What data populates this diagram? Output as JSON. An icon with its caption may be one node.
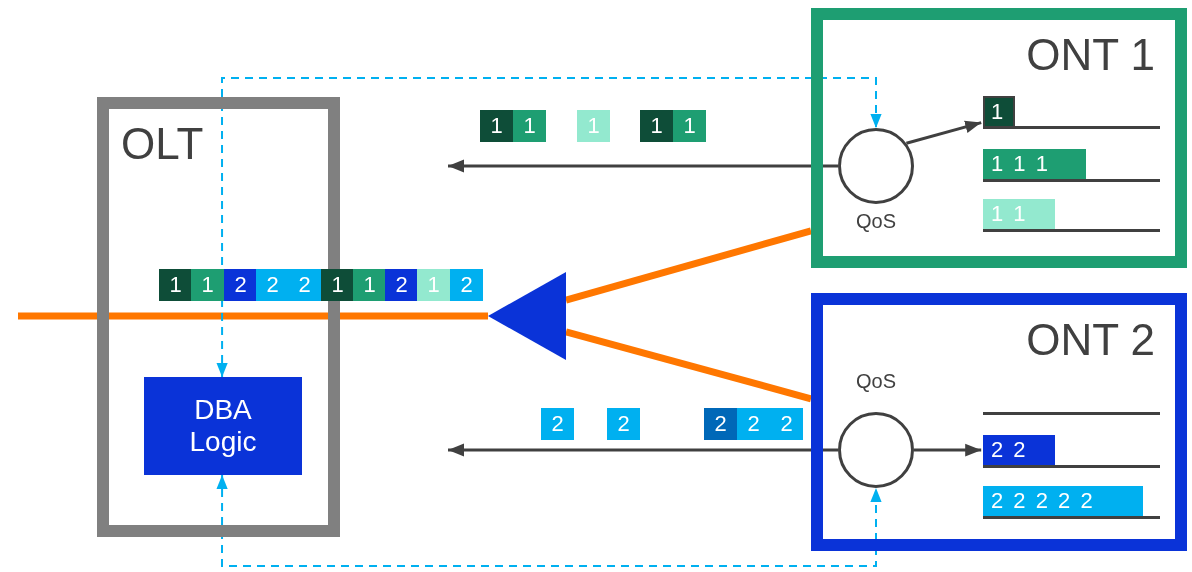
{
  "diagram": {
    "nodes": [
      {
        "text": [
          "ONT 1"
        ]
      },
      {
        "text": [],
        "shape": "circle",
        "in": 0,
        "beside": [
          "QoS"
        ]
      },
      {
        "text": [
          "1"
        ],
        "in": 0
      },
      {
        "text": [
          "1 1 1"
        ],
        "in": 0
      },
      {
        "text": [
          "1 1"
        ],
        "in": 0
      },
      {
        "text": [
          "OLT"
        ]
      },
      {
        "text": [
          "DBA Logic"
        ],
        "in": 5
      },
      {
        "text": [
          "1"
        ]
      },
      {
        "text": [
          "1"
        ]
      },
      {
        "text": [
          "1"
        ]
      },
      {
        "text": [
          "1"
        ]
      },
      {
        "text": [
          "1"
        ]
      },
      {
        "text": [
          "1"
        ],
        "in": 5
      },
      {
        "text": [
          "1"
        ],
        "in": 5
      },
      {
        "text": [
          "2"
        ],
        "in": 5
      },
      {
        "text": [
          "2"
        ],
        "in": 5
      },
      {
        "text": [
          "2"
        ],
        "in": 5
      },
      {
        "text": [
          "1"
        ]
      },
      {
        "text": [
          "1"
        ]
      },
      {
        "text": [
          "2"
        ]
      },
      {
        "text": [
          "1"
        ]
      },
      {
        "text": [
          "2"
        ]
      },
      {
        "text": [],
        "shape": "triangle"
      },
      {
        "text": [
          "ONT 2"
        ]
      },
      {
        "text": [],
        "shape": "circle",
        "in": 23,
        "beside": [
          "QoS"
        ]
      },
      {
        "text": [],
        "shape": "line",
        "in": 23
      },
      {
        "text": [
          "2 2"
        ],
        "in": 23
      },
      {
        "text": [
          "2 2 2 2 2"
        ],
        "in": 23
      },
      {
        "text": [
          "2"
        ]
      },
      {
        "text": [
          "2"
        ]
      },
      {
        "text": [
          "2"
        ]
      },
      {
        "text": [
          "2"
        ]
      },
      {
        "text": [
          "2"
        ]
      }
    ],
    "edges": [
      {
        "from": 1,
        "to": null,
        "arrow": "to"
      },
      {
        "from": 1,
        "to": 2,
        "arrow": "to"
      },
      {
        "from": 0,
        "to": 22,
        "arrow": "none",
        "style": "thick",
        "color": "#ff7700"
      },
      {
        "from": 22,
        "to": null,
        "arrow": "none",
        "style": "thick",
        "color": "#ff7700"
      },
      {
        "from": 6,
        "to": 1,
        "arrow": "both",
        "style": "dashed",
        "color": "#00b0f0"
      },
      {
        "from": 23,
        "to": 22,
        "arrow": "none",
        "style": "thick",
        "color": "#ff7700"
      },
      {
        "from": 24,
        "to": null,
        "arrow": "to"
      },
      {
        "from": 24,
        "to": 26,
        "arrow": "to"
      },
      {
        "from": 6,
        "to": 24,
        "arrow": "both",
        "style": "dashed",
        "color": "#00b0f0"
      }
    ]
  }
}
